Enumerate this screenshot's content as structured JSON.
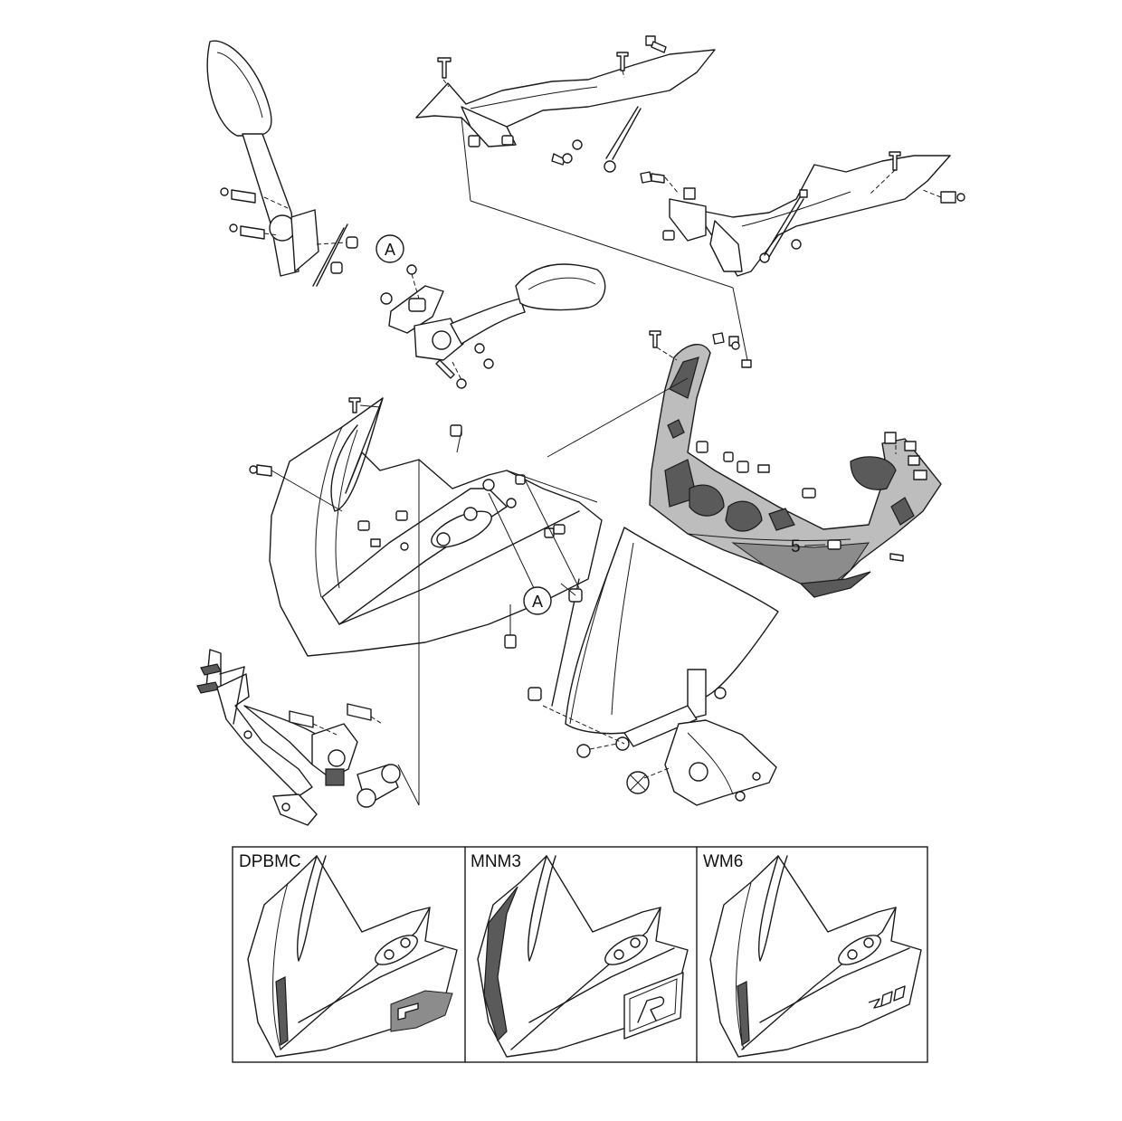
{
  "diagram": {
    "callouts": {
      "ref_a_upper": "A",
      "ref_a_lower": "A",
      "part_number": "5"
    },
    "variants": [
      {
        "code": "DPBMC"
      },
      {
        "code": "MNM3"
      },
      {
        "code": "WM6"
      }
    ]
  }
}
